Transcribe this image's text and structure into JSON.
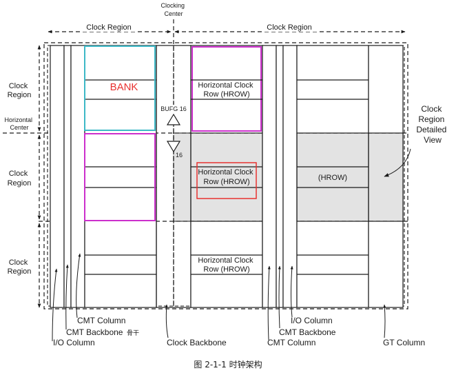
{
  "top": {
    "clocking_center": [
      "Clocking",
      "Center"
    ],
    "clock_region_left": "Clock Region",
    "clock_region_right": "Clock Region"
  },
  "left": {
    "clock_region_1": [
      "Clock",
      "Region"
    ],
    "horizontal_center": [
      "Horizontal",
      "Center"
    ],
    "clock_region_2": [
      "Clock",
      "Region"
    ],
    "clock_region_3": [
      "Clock",
      "Region"
    ]
  },
  "blocks": {
    "bank": "BANK",
    "hrow_top": [
      "Horizontal Clock",
      "Row (HROW)"
    ],
    "hrow_mid": [
      "Horizontal Clock",
      "Row (HROW)"
    ],
    "hrow_bottom": [
      "Horizontal Clock",
      "Row (HROW)"
    ],
    "hrow_right": "(HROW)",
    "bufg": "BUFG 16",
    "bufg_count": "16"
  },
  "detail": [
    "Clock",
    "Region",
    "Detailed",
    "View"
  ],
  "bottom": {
    "cmt_column_left": "CMT Column",
    "cmt_backbone_left": "CMT Backbone",
    "cmt_backbone_note": "骨干",
    "io_column_left": "I/O Column",
    "clock_backbone": "Clock Backbone",
    "io_column_right": "I/O Column",
    "cmt_backbone_right": "CMT Backbone",
    "cmt_column_right": "CMT Column",
    "gt_column": "GT Column"
  },
  "caption": "图 2-1-1  时钟架构",
  "colors": {
    "bank_frame": "#3cb8c6",
    "region_frame": "#cc2ecc",
    "highlight": "#e8312f",
    "region_fill": "#e3e3e3"
  }
}
